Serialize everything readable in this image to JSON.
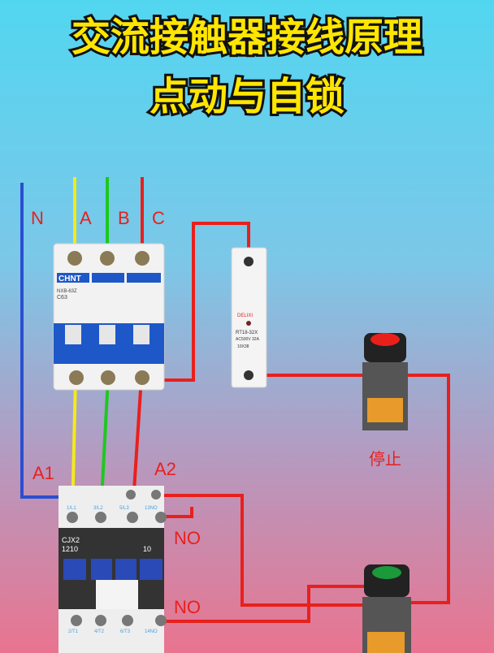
{
  "title": {
    "line1": "交流接触器接线原理",
    "line2": "点动与自锁"
  },
  "phase_labels": {
    "n": "N",
    "a": "A",
    "b": "B",
    "c": "C"
  },
  "breaker": {
    "brand": "CHNT",
    "model": "NXB-63Z",
    "rating": "C63"
  },
  "fuse": {
    "brand": "DELIXI",
    "model": "RT18-32X",
    "rating": "AC500V 32A",
    "size": "10X38"
  },
  "stop_button": {
    "label": "停止",
    "color": "#e8201c"
  },
  "start_button": {
    "color": "#1a9a3a"
  },
  "contactor": {
    "model": "CJX2",
    "code": "1210",
    "aux": "10",
    "coil_a1": "A1",
    "coil_a2": "A2",
    "top_terminals": [
      "1/L1",
      "3/L2",
      "5/L3",
      "13NO"
    ],
    "bottom_terminals": [
      "2/T1",
      "4/T2",
      "6/T3",
      "14NO"
    ],
    "no_top": "NO",
    "no_bottom": "NO"
  },
  "wire_colors": {
    "n": "#2a4fd0",
    "a": "#f3ea1c",
    "b": "#1ec81e",
    "c": "#e8201c"
  }
}
